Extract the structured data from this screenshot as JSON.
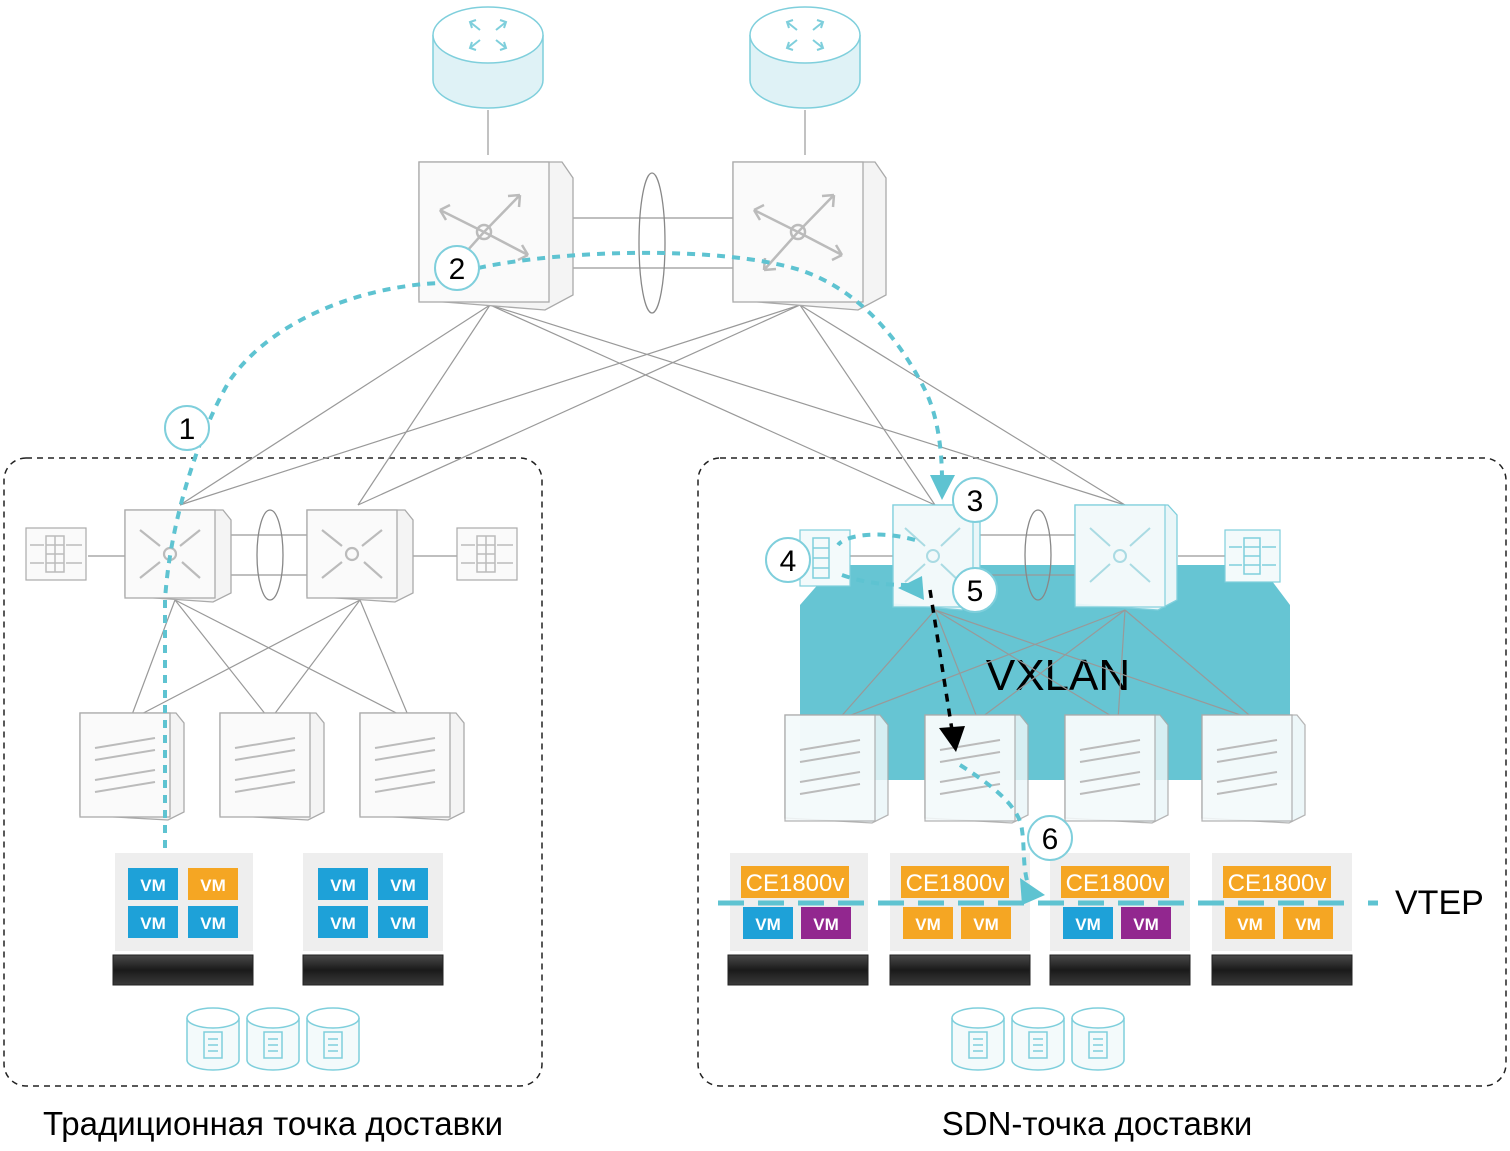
{
  "captions": {
    "traditional": "Традиционная точка доставки",
    "sdn": "SDN-точка доставки"
  },
  "overlay": {
    "vxlan": "VXLAN",
    "vtep": "VTEP"
  },
  "steps": [
    "1",
    "2",
    "3",
    "4",
    "5",
    "6"
  ],
  "vm_label": "VM",
  "vswitch_label": "CE1800v",
  "colors": {
    "vm_blue": "#1ea1d8",
    "vm_orange": "#f5a623",
    "vm_purple": "#92278f",
    "vxlan_fill": "#66c5d3",
    "flow_dash": "#5ec3d1",
    "accent_cyan": "#7fcfdc"
  },
  "left_servers": [
    [
      "blue",
      "orange",
      "blue",
      "blue"
    ],
    [
      "blue",
      "blue",
      "blue",
      "blue"
    ]
  ],
  "right_servers": [
    [
      "blue",
      "purple"
    ],
    [
      "orange",
      "orange"
    ],
    [
      "blue",
      "purple"
    ],
    [
      "orange",
      "orange"
    ]
  ]
}
